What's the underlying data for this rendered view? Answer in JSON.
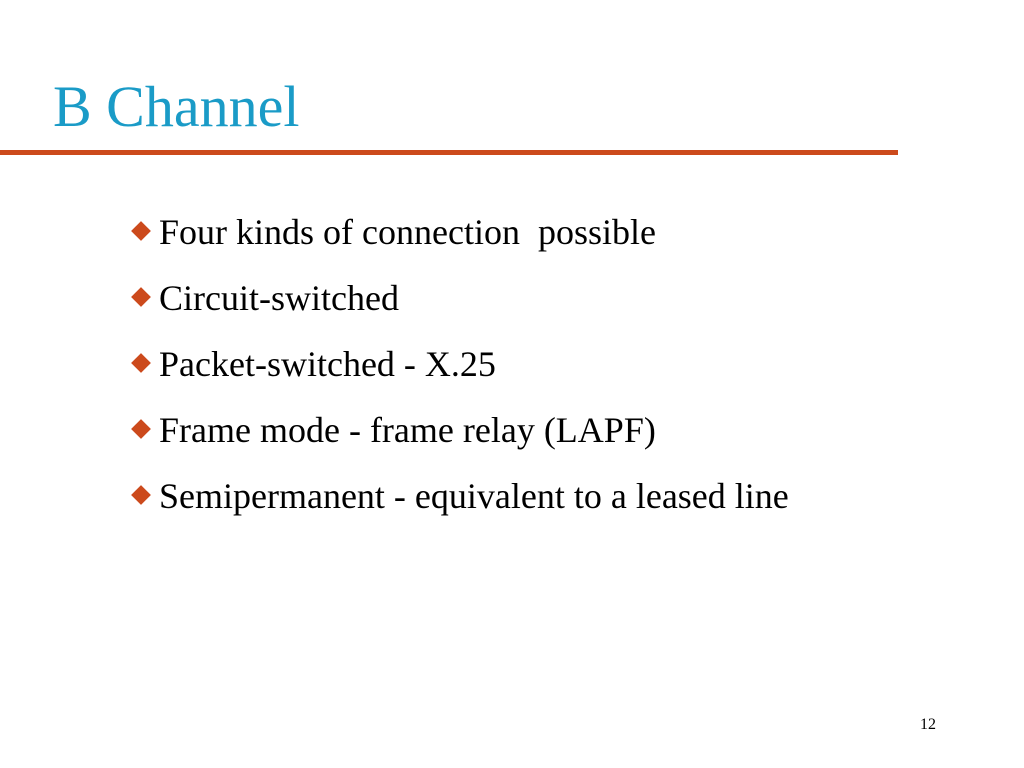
{
  "slide": {
    "title": "B Channel",
    "bullets": [
      "Four kinds of connection  possible",
      "Circuit-switched",
      "Packet-switched - X.25",
      "Frame mode - frame relay (LAPF)",
      "Semipermanent - equivalent to a leased line"
    ],
    "bullet_icon": "diamond-icon",
    "page_number": "12"
  },
  "colors": {
    "title": "#1a9bc7",
    "accent": "#cc4a1c",
    "text": "#000000",
    "background": "#ffffff"
  }
}
